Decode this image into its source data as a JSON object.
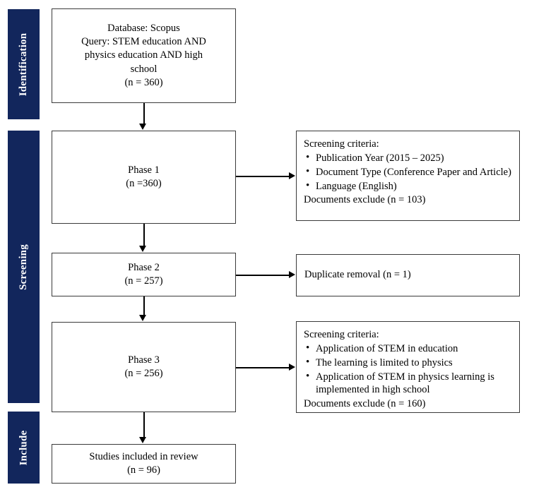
{
  "diagram": {
    "title": "PRISMA study selection flow diagram",
    "accent_color": "#12265c",
    "box_border_color": "#3a3a3a",
    "connector_color": "#000000"
  },
  "stages": [
    {
      "id": "identification",
      "label": "Identification"
    },
    {
      "id": "screening",
      "label": "Screening"
    },
    {
      "id": "include",
      "label": "Include"
    }
  ],
  "boxes": {
    "source": {
      "line1": "Database: Scopus",
      "line2": "Query: STEM education AND",
      "line3": "physics education AND high",
      "line4": "school",
      "line5": "(n = 360)"
    },
    "phase1": {
      "line1": "Phase 1",
      "line2": "(n =360)"
    },
    "phase2": {
      "line1": "Phase 2",
      "line2": "(n = 257)"
    },
    "phase3": {
      "line1": "Phase 3",
      "line2": "(n = 256)"
    },
    "included": {
      "line1": "Studies included in review",
      "line2": "(n = 96)"
    },
    "duplicate": {
      "text": "Duplicate removal (n = 1)"
    }
  },
  "criteria1": {
    "title": "Screening criteria:",
    "items": [
      "Publication Year (2015 – 2025)",
      "Document Type (Conference Paper and Article)",
      "Language (English)"
    ],
    "footer": "Documents exclude (n = 103)"
  },
  "criteria2": {
    "title": "Screening criteria:",
    "items": [
      "Application of STEM in education",
      "The learning is limited to physics",
      "Application of STEM in physics learning is implemented in high school"
    ],
    "footer": "Documents exclude (n = 160)"
  },
  "chart_data": {
    "type": "diagram",
    "title": "PRISMA flow of records through the review",
    "nodes": [
      {
        "id": "source",
        "stage": "Identification",
        "label": "Database: Scopus / Query: STEM education AND physics education AND high school",
        "n": 360
      },
      {
        "id": "phase1",
        "stage": "Screening",
        "label": "Phase 1",
        "n": 360
      },
      {
        "id": "exclude1",
        "stage": "Screening",
        "label": "Documents exclude",
        "n": 103
      },
      {
        "id": "phase2",
        "stage": "Screening",
        "label": "Phase 2",
        "n": 257
      },
      {
        "id": "duplicate",
        "stage": "Screening",
        "label": "Duplicate removal",
        "n": 1
      },
      {
        "id": "phase3",
        "stage": "Screening",
        "label": "Phase 3",
        "n": 256
      },
      {
        "id": "exclude2",
        "stage": "Screening",
        "label": "Documents exclude",
        "n": 160
      },
      {
        "id": "included",
        "stage": "Include",
        "label": "Studies included in review",
        "n": 96
      }
    ],
    "edges": [
      {
        "from": "source",
        "to": "phase1",
        "direction": "down"
      },
      {
        "from": "phase1",
        "to": "exclude1",
        "direction": "right"
      },
      {
        "from": "phase1",
        "to": "phase2",
        "direction": "down"
      },
      {
        "from": "phase2",
        "to": "duplicate",
        "direction": "right"
      },
      {
        "from": "phase2",
        "to": "phase3",
        "direction": "down"
      },
      {
        "from": "phase3",
        "to": "exclude2",
        "direction": "right"
      },
      {
        "from": "phase3",
        "to": "included",
        "direction": "down"
      }
    ]
  }
}
